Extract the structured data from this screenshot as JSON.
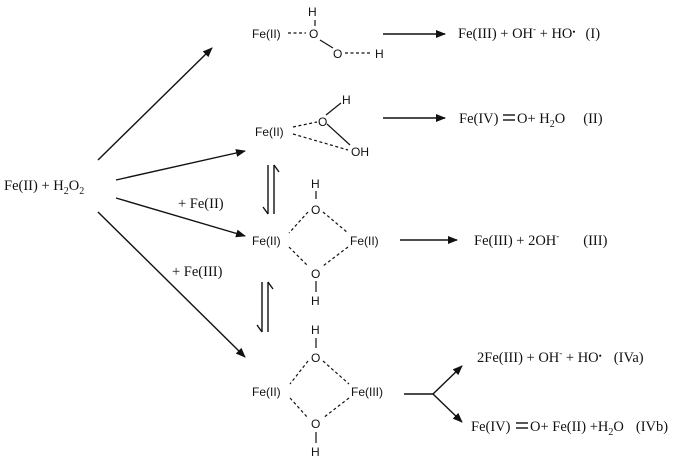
{
  "reactants": {
    "fe": "Fe(II) + H",
    "sub2a": "2",
    "o": "O",
    "sub2b": "2"
  },
  "conditions": {
    "fe2": "+ Fe(II)",
    "fe3": "+ Fe(III)"
  },
  "atoms": {
    "fe2": "Fe(II)",
    "fe3": "Fe(III)",
    "o": "O",
    "h": "H",
    "oh": "OH"
  },
  "products": {
    "I": {
      "a": "Fe(III) + OH",
      "minus": "-",
      "b": " + HO",
      "dot": "•",
      "label": "(I)"
    },
    "II": {
      "fe": "Fe(IV)",
      "o": "O+ H",
      "sub": "2",
      "o2": "O",
      "label": "(II)"
    },
    "III": {
      "a": "Fe(III) + 2OH",
      "minus": "-",
      "label": "(III)"
    },
    "IVa": {
      "a": "2Fe(III) + OH",
      "minus": "-",
      "b": " + HO",
      "dot": "•",
      "label": "(IVa)"
    },
    "IVb": {
      "fe": "Fe(IV)",
      "o": "O+ Fe(II) +H",
      "sub": "2",
      "o2": "O",
      "label": "(IVb)"
    }
  }
}
